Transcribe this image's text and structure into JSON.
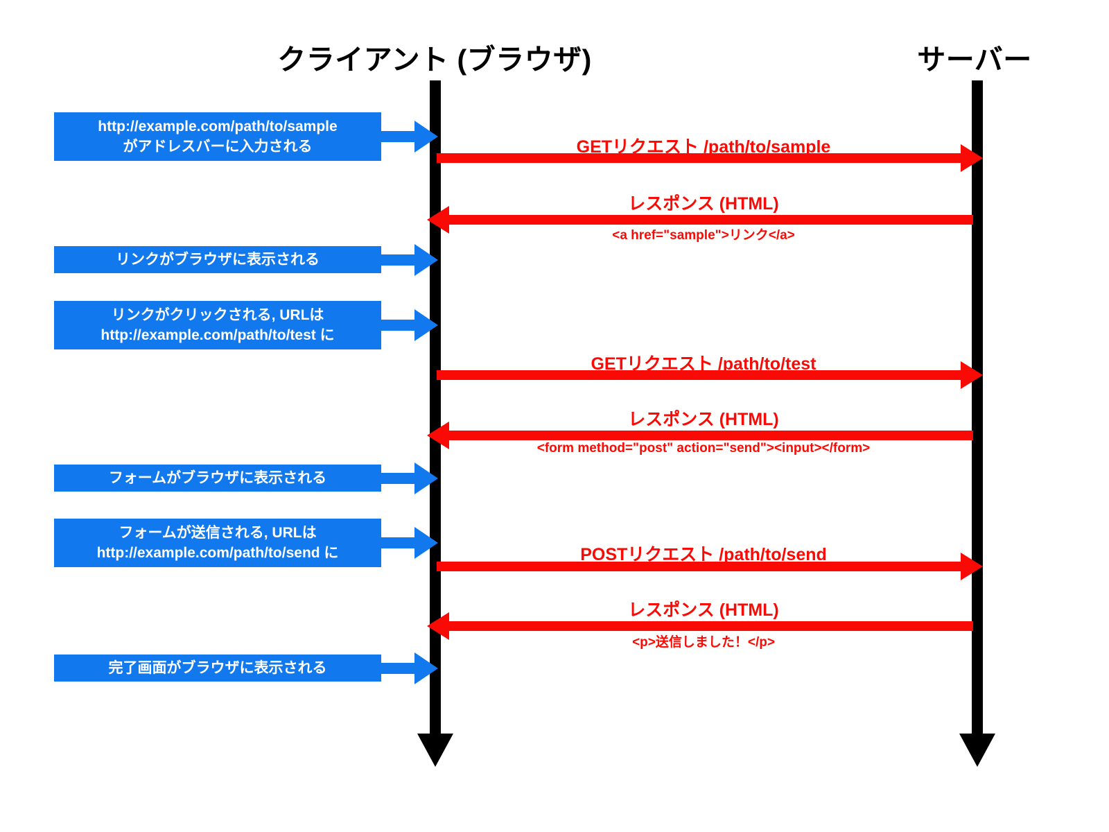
{
  "diagram": {
    "title_client": "クライアント (ブラウザ)",
    "title_server": "サーバー",
    "colors": {
      "note_blue": "#1178ee",
      "message_red": "#fa0a05",
      "lifeline_black": "#000000",
      "background": "#ffffff"
    }
  },
  "notes": [
    {
      "id": "note-url-entered",
      "lines": [
        "http://example.com/path/to/sample",
        "がアドレスバーに入力される"
      ]
    },
    {
      "id": "note-link-rendered",
      "lines": [
        "リンクがブラウザに表示される"
      ]
    },
    {
      "id": "note-link-clicked",
      "lines": [
        "リンクがクリックされる, URLは",
        "http://example.com/path/to/test に"
      ]
    },
    {
      "id": "note-form-rendered",
      "lines": [
        "フォームがブラウザに表示される"
      ]
    },
    {
      "id": "note-form-submitted",
      "lines": [
        "フォームが送信される, URLは",
        "http://example.com/path/to/send に"
      ]
    },
    {
      "id": "note-complete-rendered",
      "lines": [
        "完了画面がブラウザに表示される"
      ]
    }
  ],
  "messages": [
    {
      "id": "msg-get-sample",
      "direction": "client-to-server",
      "label": "GETリクエスト /path/to/sample",
      "sublabel": ""
    },
    {
      "id": "msg-response-html-1",
      "direction": "server-to-client",
      "label": "レスポンス (HTML)",
      "sublabel": "<a href=\"sample\">リンク</a>"
    },
    {
      "id": "msg-get-test",
      "direction": "client-to-server",
      "label": "GETリクエスト /path/to/test",
      "sublabel": ""
    },
    {
      "id": "msg-response-html-2",
      "direction": "server-to-client",
      "label": "レスポンス (HTML)",
      "sublabel": "<form method=\"post\" action=\"send\"><input></form>"
    },
    {
      "id": "msg-post-send",
      "direction": "client-to-server",
      "label": "POSTリクエスト /path/to/send",
      "sublabel": ""
    },
    {
      "id": "msg-response-html-3",
      "direction": "server-to-client",
      "label": "レスポンス (HTML)",
      "sublabel": "<p>送信しました！</p>"
    }
  ]
}
